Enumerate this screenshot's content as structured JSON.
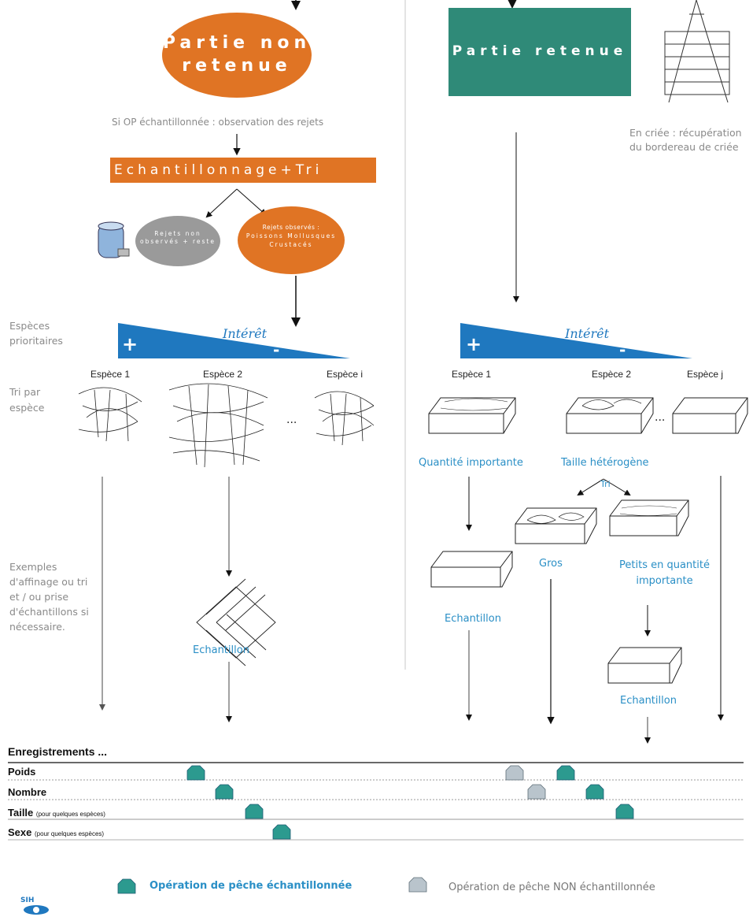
{
  "left": {
    "title": "Partie non retenue",
    "title_line1": "Partie non",
    "title_line2": "retenue",
    "observation": "Si OP échantillonnée : observation des rejets",
    "sampling": "Echantillonnage+Tri",
    "discards_unobserved": "Rejets non observés + reste",
    "discards_observed_title": "Rejets observés :",
    "discards_observed_body": "Poissons Mollusques Crustacés",
    "priority_label": "Espèces prioritaires",
    "sort_label": "Tri par espèce",
    "species": [
      "Espèce 1",
      "Espèce 2",
      "Espèce i"
    ],
    "ellipsis": "...",
    "examples": "Exemples d'affinage ou tri et / ou prise d'échantillons si nécessaire.",
    "sample": "Echantillon"
  },
  "right": {
    "title": "Partie retenue",
    "auction": "En criée : récupération du bordereau de criée",
    "species": [
      "Espèce 1",
      "Espèce 2",
      "Espèce j"
    ],
    "ellipsis": "...",
    "qty": "Quantité importante",
    "size": "Taille hétérogène",
    "tri": "Tri",
    "gros": "Gros",
    "small": "Petits en quantité importante",
    "sample1": "Echantillon",
    "sample2": "Echantillon"
  },
  "interest": {
    "label": "Intérêt",
    "plus": "+",
    "minus": "-"
  },
  "records": {
    "title": "Enregistrements ...",
    "rows": [
      {
        "label": "Poids",
        "note": ""
      },
      {
        "label": "Nombre",
        "note": ""
      },
      {
        "label": "Taille",
        "note": "(pour quelques espèces)"
      },
      {
        "label": "Sexe",
        "note": "(pour quelques espèces)"
      }
    ]
  },
  "legend": {
    "sampled": "Opération de pêche échantillonnée",
    "not_sampled": "Opération de pêche NON échantillonnée"
  },
  "logo": {
    "text": "SIH"
  },
  "colors": {
    "orange": "#e07424",
    "teal": "#2f8a78",
    "blue": "#1f78bf",
    "gray_oval": "#9a9a9a",
    "label_blue": "#2a8fc6"
  }
}
